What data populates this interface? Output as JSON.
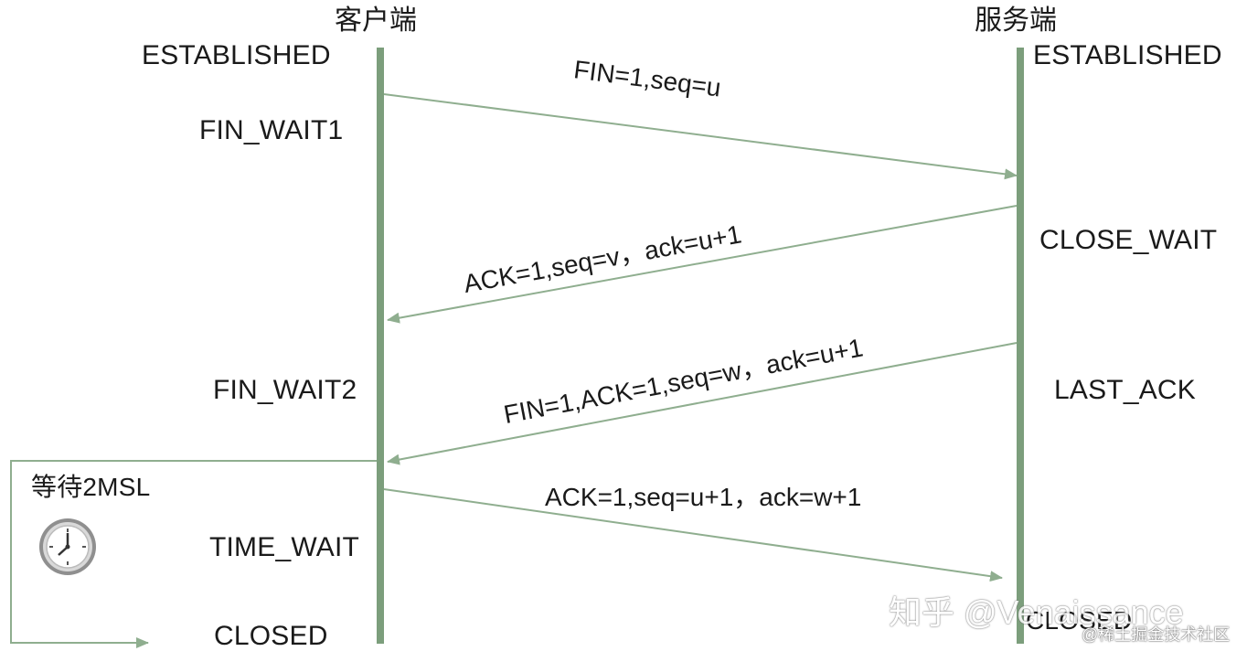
{
  "client": {
    "header": "客户端",
    "states": [
      "ESTABLISHED",
      "FIN_WAIT1",
      "FIN_WAIT2",
      "TIME_WAIT",
      "CLOSED"
    ],
    "wait_label": "等待2MSL",
    "clock_icon": "clock-icon"
  },
  "server": {
    "header": "服务端",
    "states": [
      "ESTABLISHED",
      "CLOSE_WAIT",
      "LAST_ACK",
      "CLOSED"
    ]
  },
  "messages": [
    {
      "text": "FIN=1,seq=u",
      "direction": "client-to-server"
    },
    {
      "text": "ACK=1,seq=v，ack=u+1",
      "direction": "server-to-client"
    },
    {
      "text": "FIN=1,ACK=1,seq=w，ack=u+1",
      "direction": "server-to-client"
    },
    {
      "text": "ACK=1,seq=u+1，ack=w+1",
      "direction": "client-to-server"
    }
  ],
  "watermarks": {
    "zhihu": "知乎 @Venaissance",
    "juejin": "@稀土掘金技术社区"
  },
  "colors": {
    "timeline": "#7c9e7c",
    "arrow": "#8fae8f",
    "text": "#1a1a1a",
    "watermark": "#ffffff"
  }
}
